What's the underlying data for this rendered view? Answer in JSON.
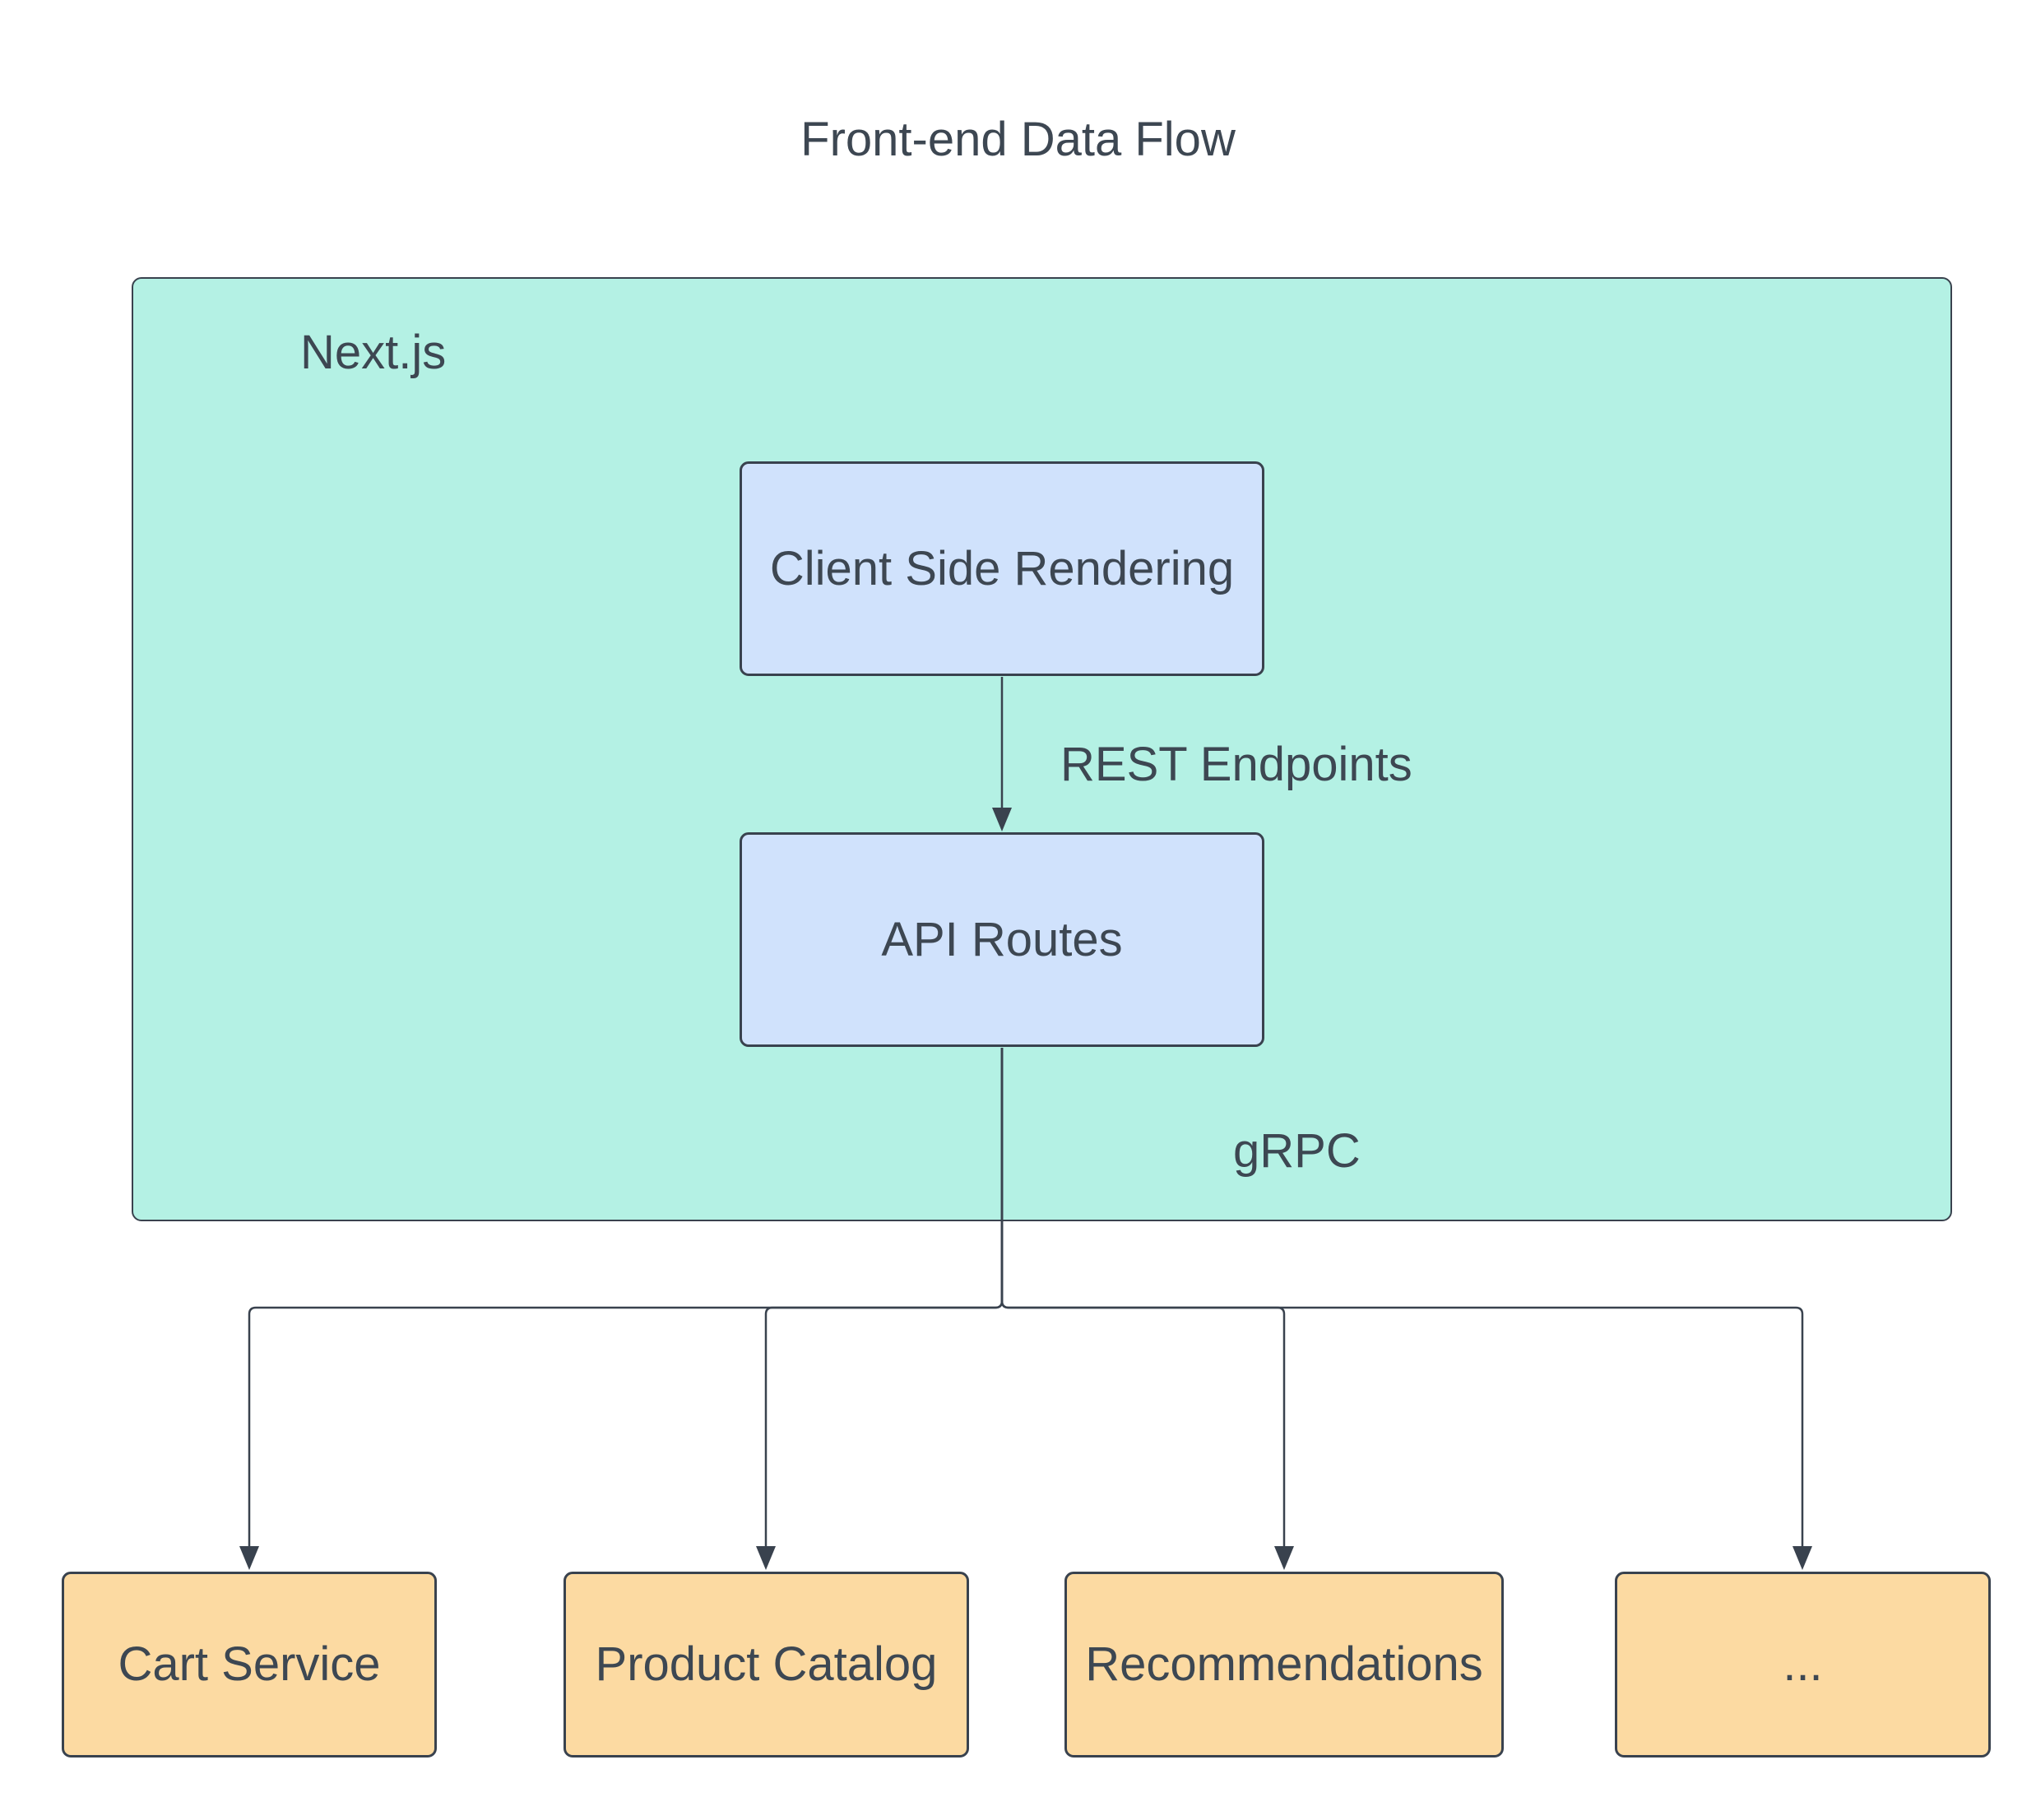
{
  "title": "Front-end Data Flow",
  "colors": {
    "background": "#ffffff",
    "text": "#3d4752",
    "container_fill": "#b4f1e4",
    "container_border": "#39424e",
    "process_fill": "#d0e2fc",
    "process_border": "#39424e",
    "service_fill": "#fcdaa2",
    "service_border": "#39424e",
    "connector": "#39424e"
  },
  "container": {
    "label": "Next.js"
  },
  "nodes": {
    "client_side_rendering": {
      "label": "Client Side Rendering"
    },
    "api_routes": {
      "label": "API Routes"
    }
  },
  "edges": {
    "rest_label": "REST Endpoints",
    "grpc_label": "gRPC"
  },
  "services": [
    {
      "label": "Cart Service"
    },
    {
      "label": "Product Catalog"
    },
    {
      "label": "Recommendations"
    },
    {
      "label": "..."
    }
  ]
}
